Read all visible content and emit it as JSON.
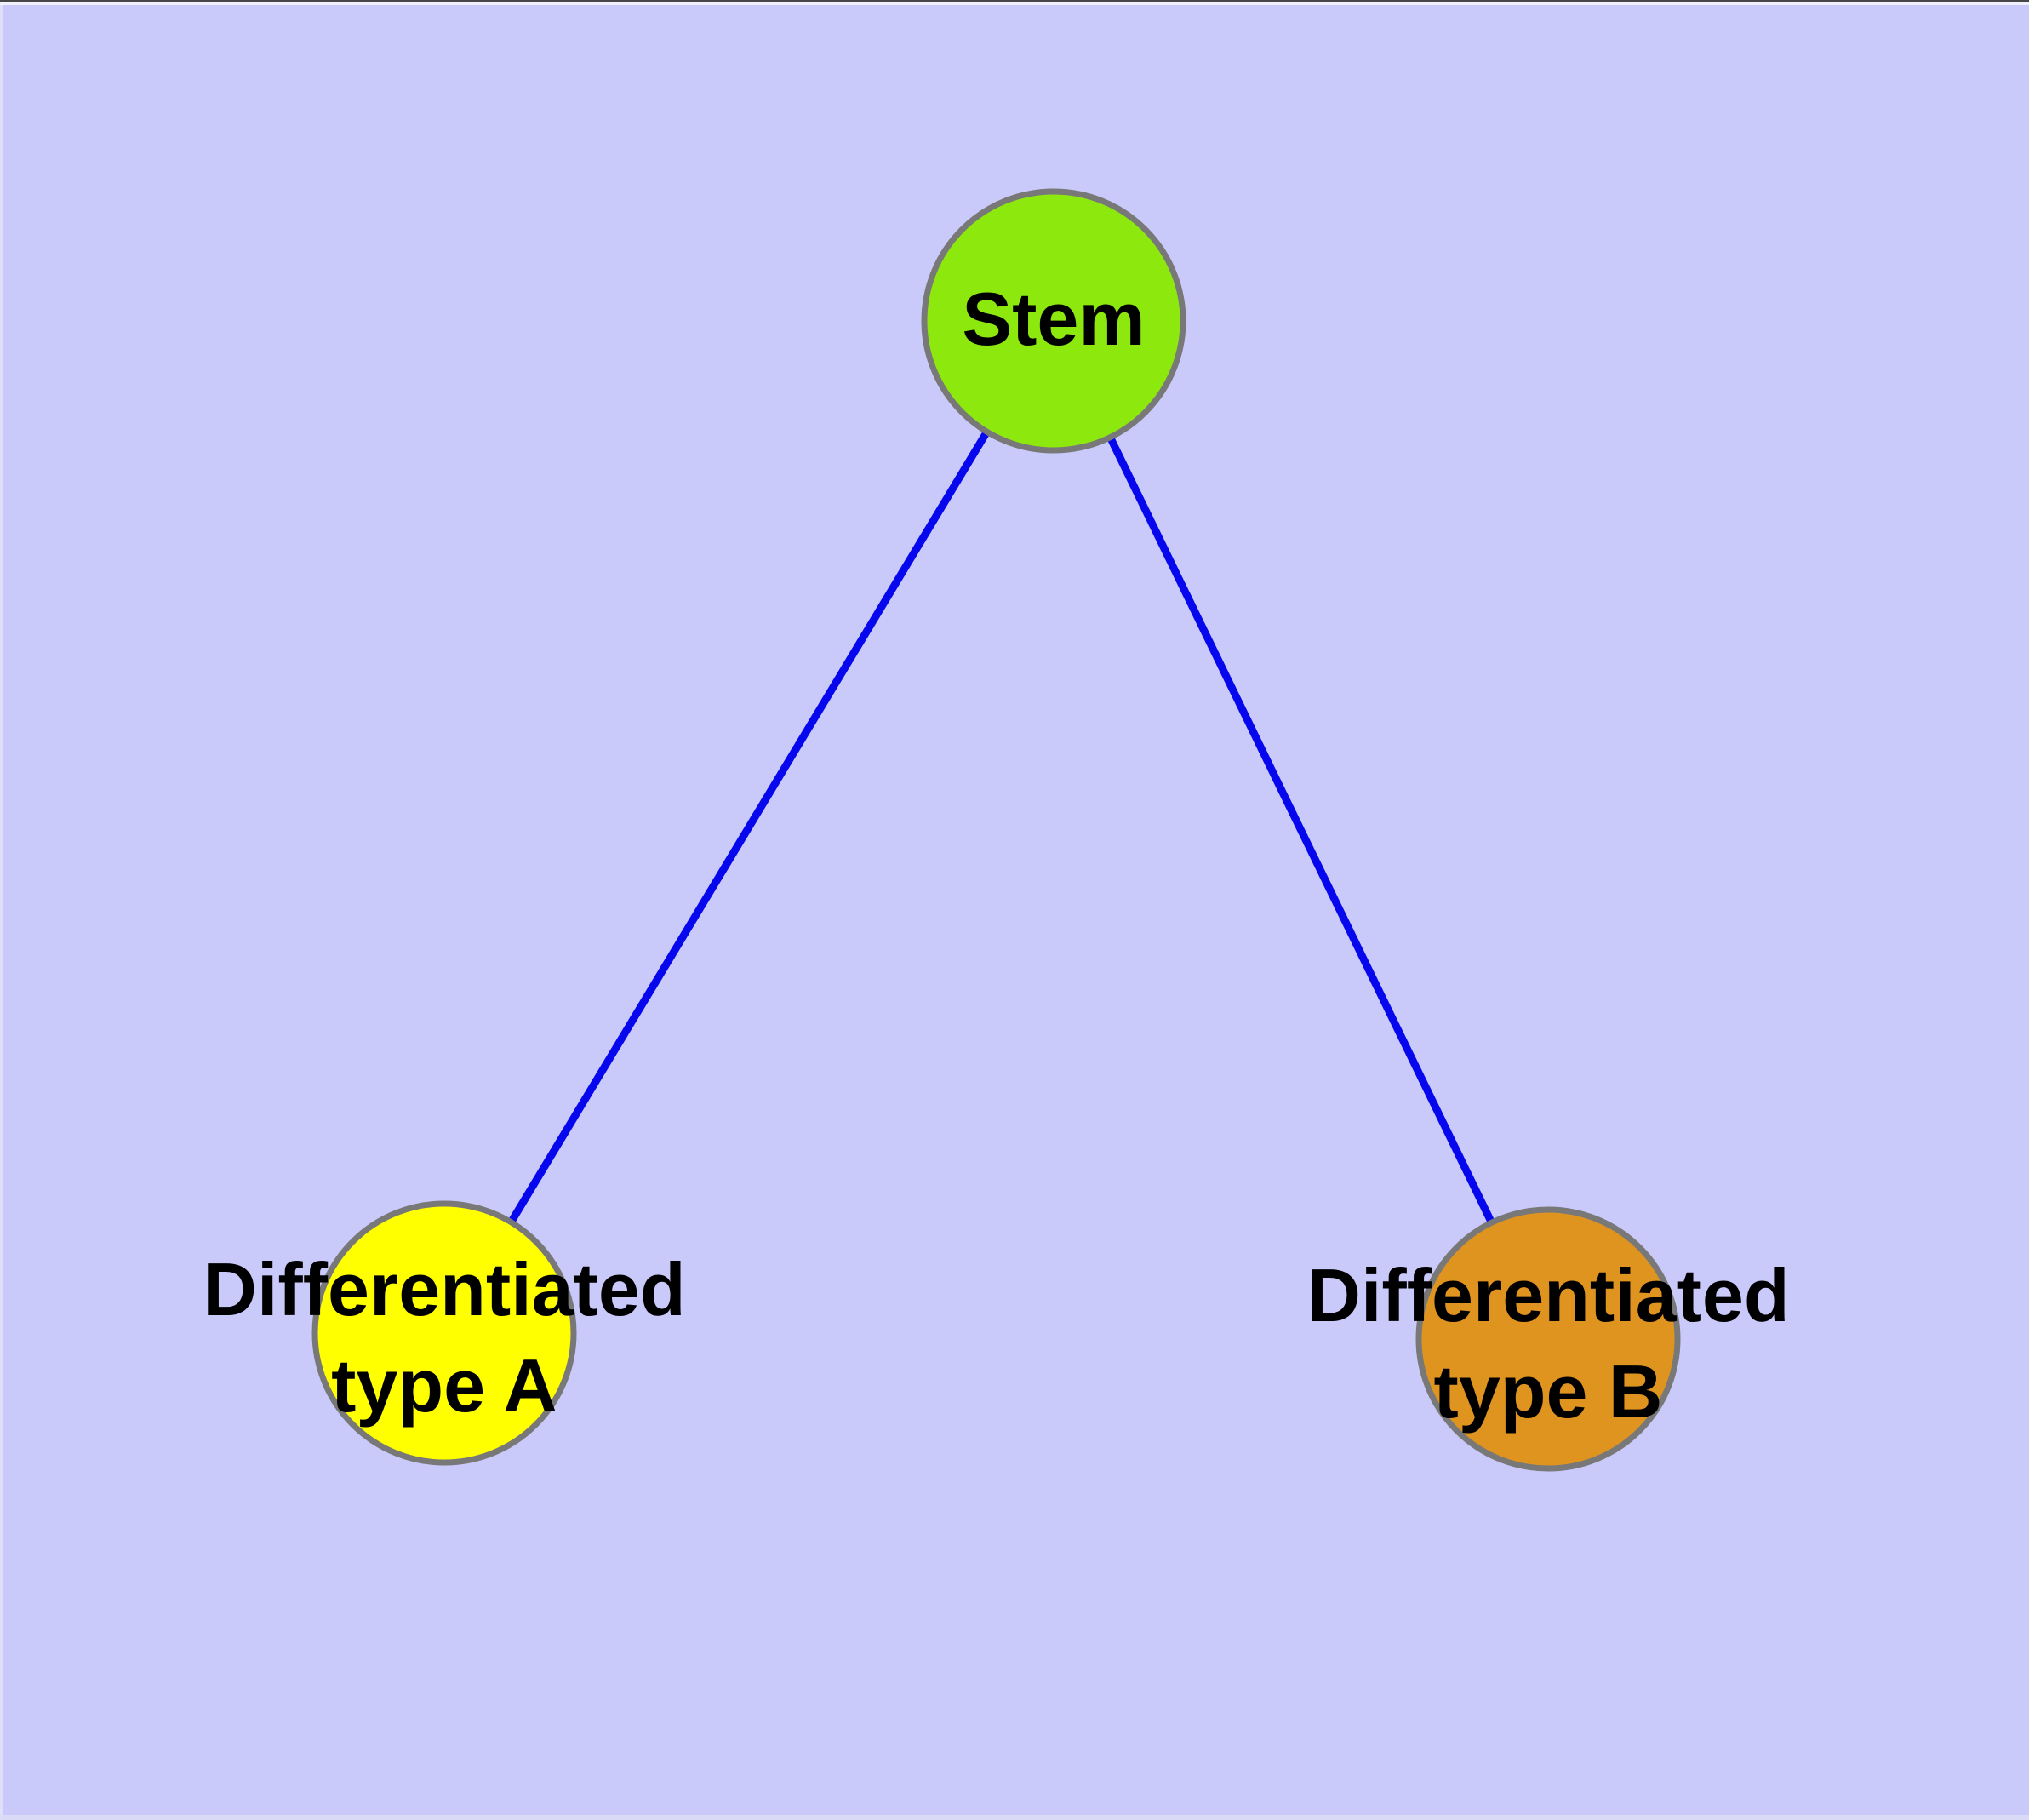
{
  "diagram": {
    "type": "graph",
    "title": "",
    "background_color": "#CACAFA",
    "edge_color": "#0707EE",
    "node_border_color": "#787878",
    "text_color": "#000000",
    "nodes": [
      {
        "id": "stem",
        "label": "Stem",
        "line1": "Stem",
        "line2": "",
        "fill": "#8DE80E"
      },
      {
        "id": "differentiated-type-a",
        "label": "Differentiated type A",
        "line1": "Differentiated",
        "line2": "type A",
        "fill": "#FFFF00"
      },
      {
        "id": "differentiated-type-b",
        "label": "Differentiated type B",
        "line1": "Differentiated",
        "line2": "type B",
        "fill": "#E09420"
      }
    ],
    "edges": [
      {
        "from": "Stem",
        "to": "Differentiated type A"
      },
      {
        "from": "Stem",
        "to": "Differentiated type B"
      }
    ]
  }
}
